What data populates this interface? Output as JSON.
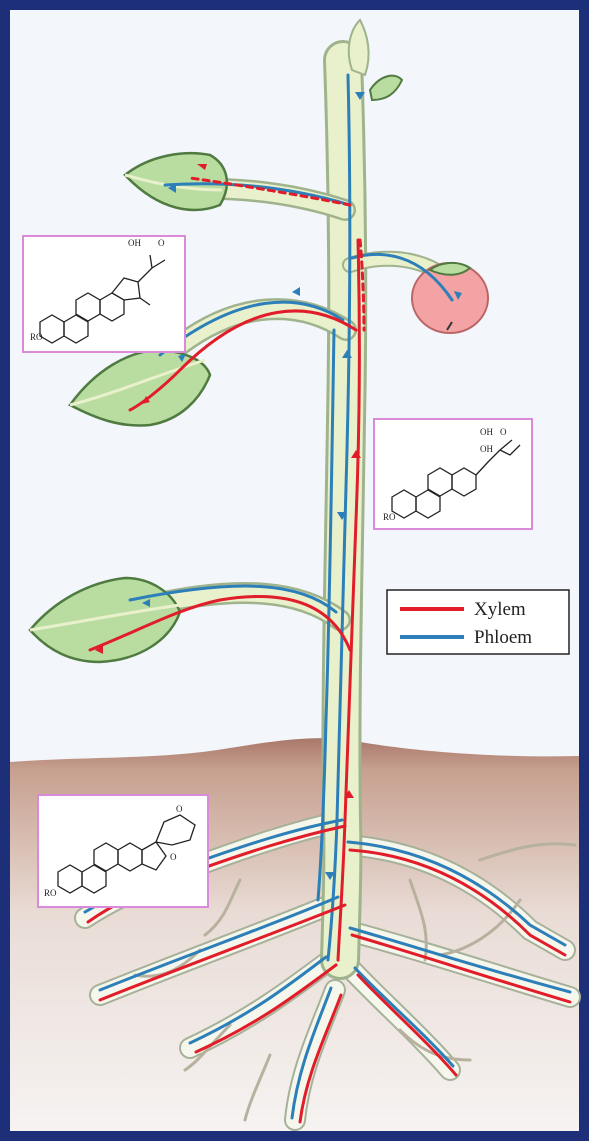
{
  "colors": {
    "frame": "#1d2f78",
    "sky": "#f3f6fb",
    "soil": "#c9a28c",
    "soil_top": "#a87864",
    "stem_fill": "#e9f0cc",
    "stem_outline": "#9fb38c",
    "leaf_fill": "#b9dca0",
    "leaf_edge": "#4f7a40",
    "fruit": "#f3a3a3",
    "xylem": "#e11d2a",
    "phloem": "#2c7fb8",
    "molecule_box": "#d98ad9"
  },
  "legend": {
    "xylem_label": "Xylem",
    "phloem_label": "Phloem"
  },
  "molecules": [
    {
      "labels": [
        "OH",
        "O",
        "RO"
      ]
    },
    {
      "labels": [
        "OH",
        "O",
        "OH",
        "RO"
      ]
    },
    {
      "labels": [
        "O",
        "O",
        "RO"
      ]
    }
  ]
}
